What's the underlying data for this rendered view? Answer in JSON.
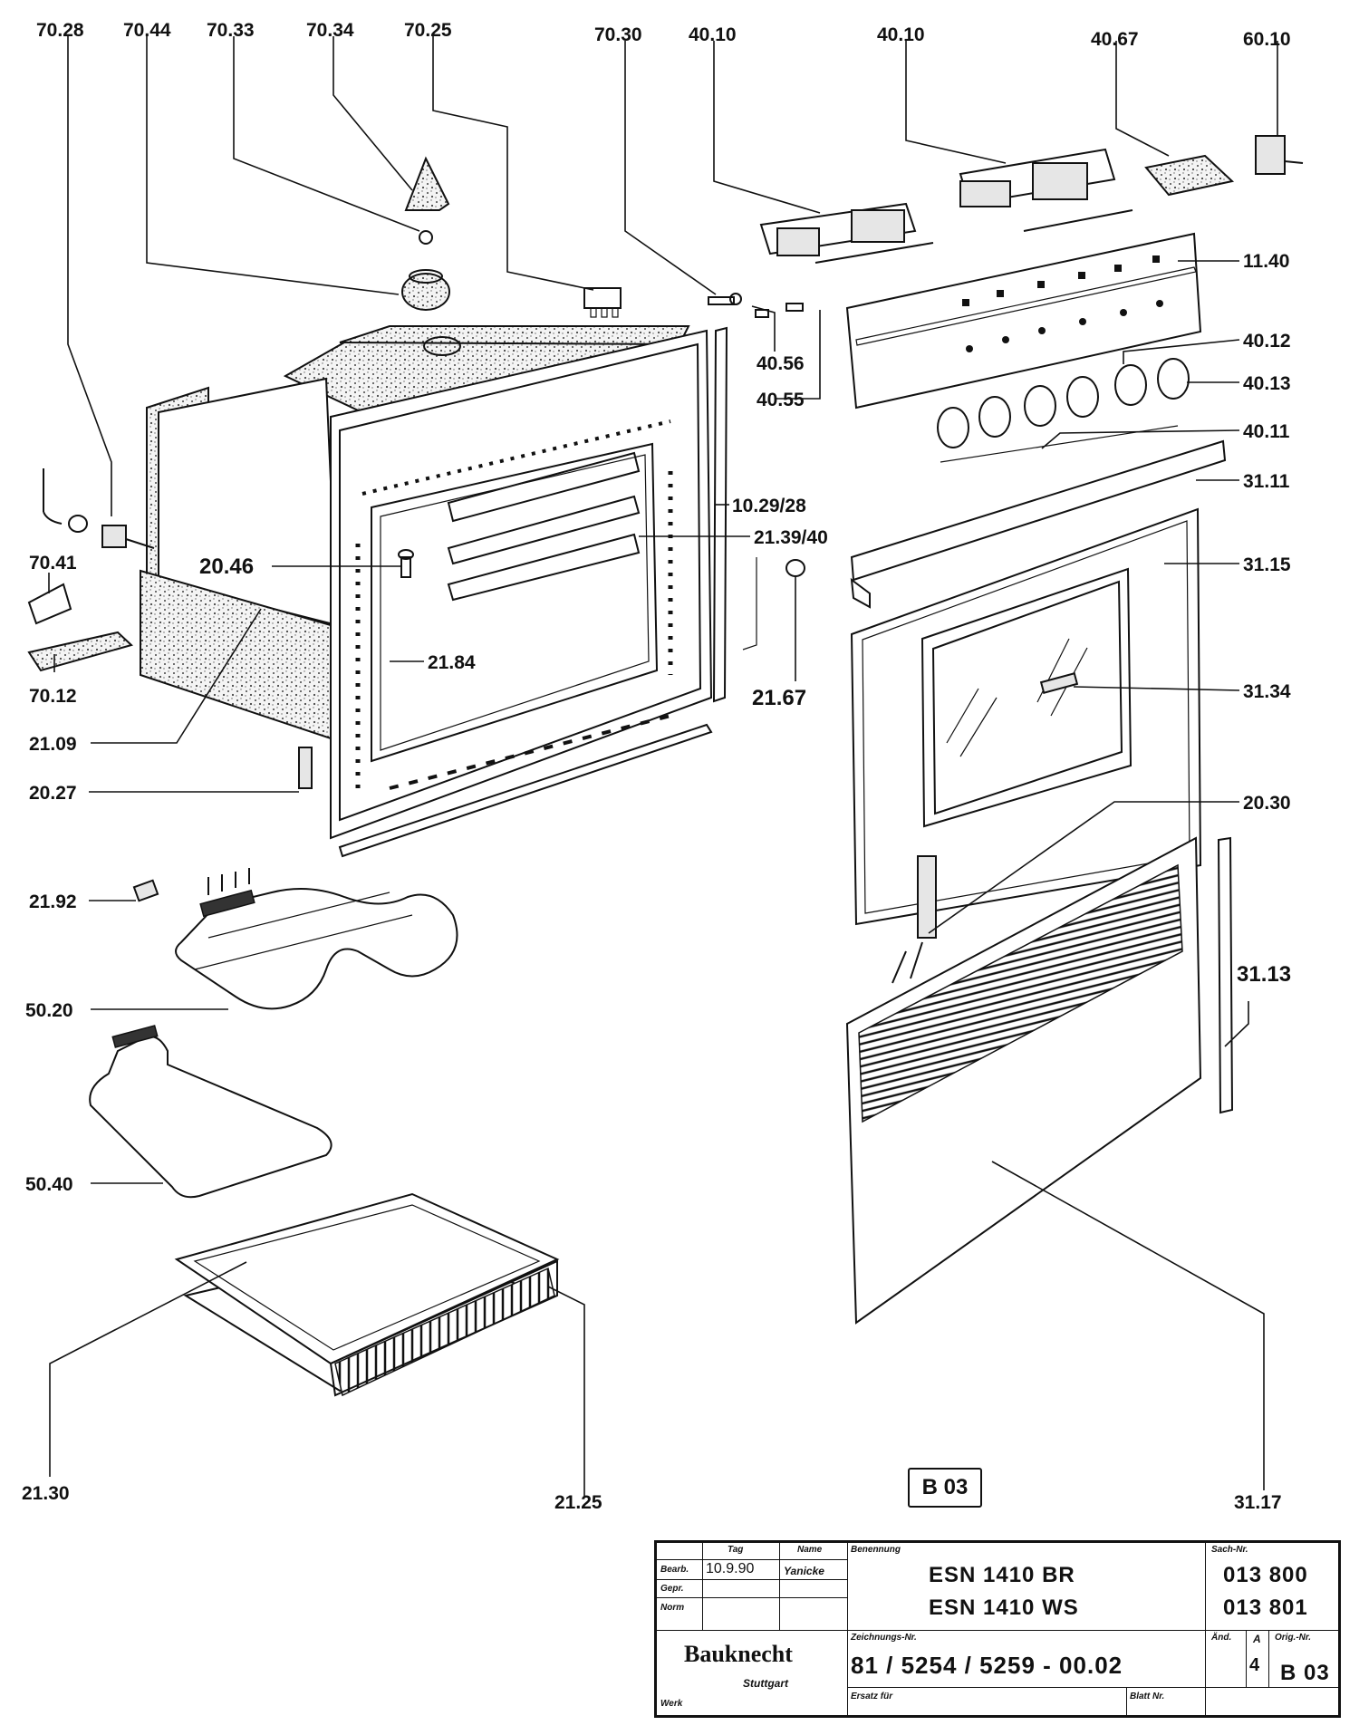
{
  "labels": {
    "p7028": "70.28",
    "p7044": "70.44",
    "p7033": "70.33",
    "p7034": "70.34",
    "p7025": "70.25",
    "p7030": "70.30",
    "p4010a": "40.10",
    "p4010b": "40.10",
    "p4067": "40.67",
    "p6010": "60.10",
    "p1140": "11.40",
    "p4012": "40.12",
    "p4013": "40.13",
    "p4011": "40.11",
    "p3111": "31.11",
    "p3115": "31.15",
    "p3134": "31.34",
    "p2030": "20.30",
    "p3113": "31.13",
    "p3117": "31.17",
    "p4056": "40.56",
    "p4055": "40.55",
    "p102928": "10.29/28",
    "p213940": "21.39/40",
    "p2167": "21.67",
    "p2046": "20.46",
    "p2184": "21.84",
    "p7041": "70.41",
    "p7012": "70.12",
    "p2109": "21.09",
    "p2027": "20.27",
    "p2192": "21.92",
    "p5020": "50.20",
    "p5040": "50.40",
    "p2130": "21.30",
    "p2125": "21.25"
  },
  "drawing_code": "B 03",
  "title_block": {
    "col_tag": "Tag",
    "col_name": "Name",
    "row_bearb": "Bearb.",
    "row_gepr": "Gepr.",
    "row_norm": "Norm",
    "bearb_date": "10.9.90",
    "bearb_name": "Yanicke",
    "benennung_label": "Benennung",
    "model_1": "ESN  1410  BR",
    "model_2": "ESN  1410  WS",
    "sach_label": "Sach-Nr.",
    "sach_1": "013 800",
    "sach_2": "013 801",
    "company": "Bauknecht",
    "city": "Stuttgart",
    "werk_label": "Werk",
    "zeichnung_label": "Zeichnungs-Nr.",
    "zeichnung_nr": "81 / 5254 / 5259  -  00.02",
    "aend_label": "Änd.",
    "aend_value": "4",
    "index_label": "A",
    "orig_label": "Orig.-Nr.",
    "orig_value": "B 03",
    "ersatz_label": "Ersatz für",
    "blatt_label": "Blatt Nr."
  }
}
